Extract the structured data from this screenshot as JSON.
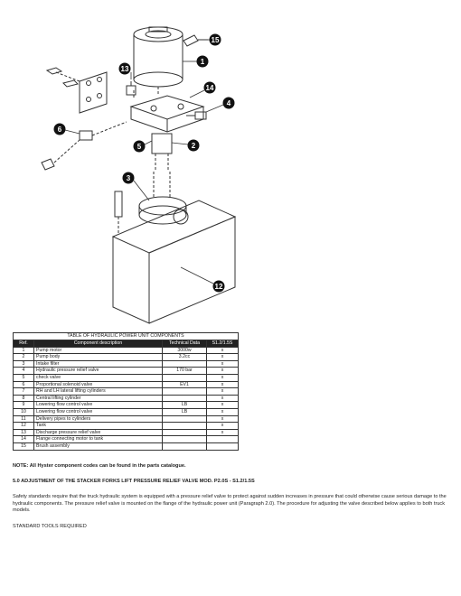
{
  "diagram": {
    "callouts": [
      "15",
      "1",
      "13",
      "14",
      "4",
      "6",
      "5",
      "2",
      "3",
      "12"
    ]
  },
  "table": {
    "title": "TABLE OF HYDRAULIC POWER UNIT COMPONENTS",
    "headers": [
      "Ref.",
      "Component description",
      "Technical Data",
      "S1.2/1.5S"
    ],
    "rows": [
      [
        "1",
        "Pump motor",
        "3000w",
        "x"
      ],
      [
        "2",
        "Pump body",
        "3.2cc",
        "x"
      ],
      [
        "3",
        "Intake filter",
        "",
        "x"
      ],
      [
        "4",
        "Hydraulic pressure relief valve",
        "170 bar",
        "x"
      ],
      [
        "5",
        "check valve",
        "",
        "x"
      ],
      [
        "6",
        "Proportional solenoid valve",
        "EV1",
        "x"
      ],
      [
        "7",
        "RH and LH lateral lifting cylinders",
        "",
        "x"
      ],
      [
        "8",
        "Central lifting cylinder",
        "",
        "x"
      ],
      [
        "9",
        "Lowering flow control valve",
        "LB",
        "x"
      ],
      [
        "10",
        "Lowering flow control valve",
        "LB",
        "x"
      ],
      [
        "11",
        "Delivery pipes to cylinders",
        "",
        "x"
      ],
      [
        "12",
        "Tank",
        "",
        "x"
      ],
      [
        "13",
        "Discharge pressure relief valve",
        "",
        "x"
      ],
      [
        "14",
        "Flange connecting motor to tank",
        "",
        ""
      ],
      [
        "15",
        "Brush assembly",
        "",
        ""
      ]
    ]
  },
  "notes": {
    "note1": "NOTE: All Hyster component codes can be found in the parts catalogue.",
    "heading": "5.0 ADJUSTMENT OF THE STACKER FORKS LIFT PRESSURE RELIEF VALVE MOD. P2.0S - S1.2/1.5S",
    "para": "Safety standards require that the truck hydraulic system is equipped with a pressure relief valve to protect against sudden increases in pressure that could otherwise cause serious damage to the hydraulic components. The pressure relief valve is mounted on the flange of the hydraulic power unit (Paragraph 2.0). The procedure for adjusting the valve described below applies to both truck models.",
    "tools": "STANDARD TOOLS REQUIRED"
  }
}
